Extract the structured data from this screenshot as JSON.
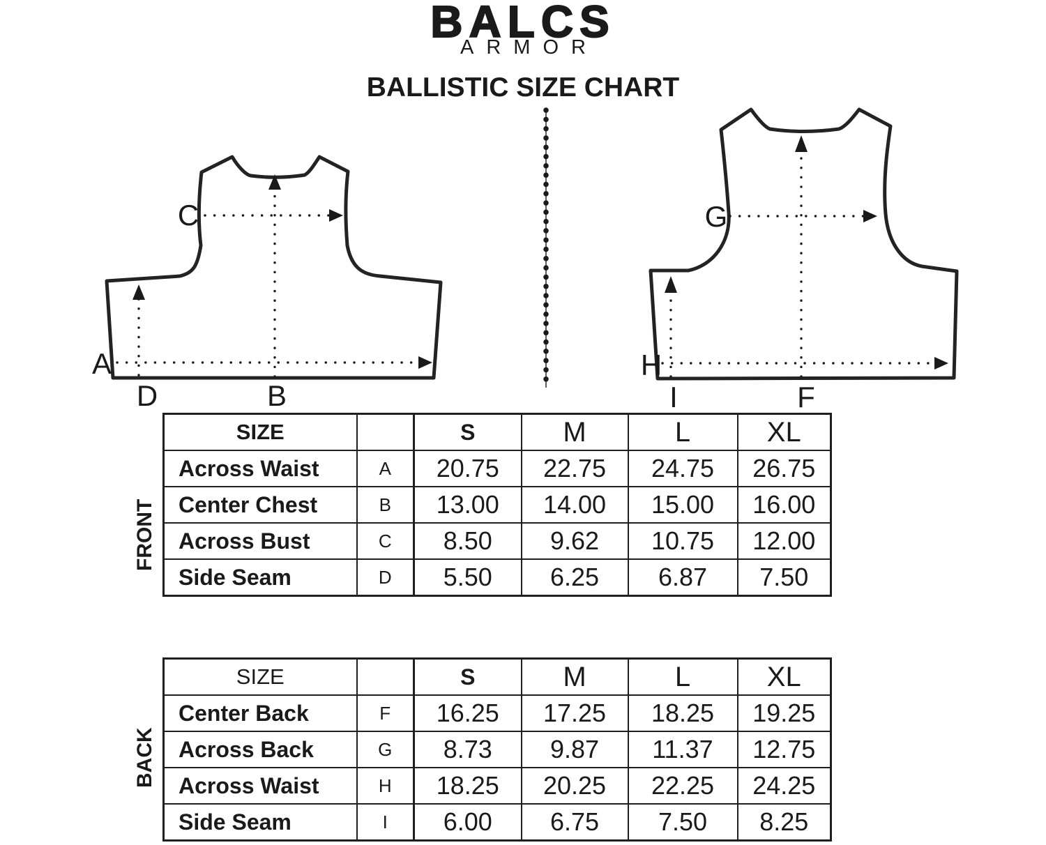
{
  "brand": {
    "name": "BALCS",
    "sub": "ARMOR"
  },
  "title": "BALLISTIC SIZE CHART",
  "sizes": [
    "S",
    "M",
    "L",
    "XL"
  ],
  "sections": {
    "front": "FRONT",
    "back": "BACK"
  },
  "diagrams": {
    "front": {
      "labels": {
        "a": "A",
        "b": "B",
        "c": "C",
        "d": "D"
      }
    },
    "back": {
      "labels": {
        "f": "F",
        "g": "G",
        "h": "H",
        "i": "I"
      }
    }
  },
  "front_table": {
    "size_header": "SIZE",
    "rows": [
      {
        "label": "Across Waist",
        "letter": "A",
        "values": [
          "20.75",
          "22.75",
          "24.75",
          "26.75"
        ]
      },
      {
        "label": "Center Chest",
        "letter": "B",
        "values": [
          "13.00",
          "14.00",
          "15.00",
          "16.00"
        ]
      },
      {
        "label": "Across Bust",
        "letter": "C",
        "values": [
          "8.50",
          "9.62",
          "10.75",
          "12.00"
        ]
      },
      {
        "label": "Side Seam",
        "letter": "D",
        "values": [
          "5.50",
          "6.25",
          "6.87",
          "7.50"
        ]
      }
    ]
  },
  "back_table": {
    "size_header": "SIZE",
    "rows": [
      {
        "label": "Center Back",
        "letter": "F",
        "values": [
          "16.25",
          "17.25",
          "18.25",
          "19.25"
        ]
      },
      {
        "label": "Across Back",
        "letter": "G",
        "values": [
          "8.73",
          "9.87",
          "11.37",
          "12.75"
        ]
      },
      {
        "label": "Across Waist",
        "letter": "H",
        "values": [
          "18.25",
          "20.25",
          "22.25",
          "24.25"
        ]
      },
      {
        "label": "Side Seam",
        "letter": "I",
        "values": [
          "6.00",
          "6.75",
          "7.50",
          "8.25"
        ]
      }
    ]
  },
  "chart_data": [
    {
      "type": "table",
      "title": "FRONT",
      "columns": [
        "SIZE",
        "",
        "S",
        "M",
        "L",
        "XL"
      ],
      "rows": [
        [
          "Across Waist",
          "A",
          20.75,
          22.75,
          24.75,
          26.75
        ],
        [
          "Center Chest",
          "B",
          13.0,
          14.0,
          15.0,
          16.0
        ],
        [
          "Across Bust",
          "C",
          8.5,
          9.62,
          10.75,
          12.0
        ],
        [
          "Side Seam",
          "D",
          5.5,
          6.25,
          6.87,
          7.5
        ]
      ]
    },
    {
      "type": "table",
      "title": "BACK",
      "columns": [
        "SIZE",
        "",
        "S",
        "M",
        "L",
        "XL"
      ],
      "rows": [
        [
          "Center Back",
          "F",
          16.25,
          17.25,
          18.25,
          19.25
        ],
        [
          "Across Back",
          "G",
          8.73,
          9.87,
          11.37,
          12.75
        ],
        [
          "Across Waist",
          "H",
          18.25,
          20.25,
          22.25,
          24.25
        ],
        [
          "Side Seam",
          "I",
          6.0,
          6.75,
          7.5,
          8.25
        ]
      ]
    }
  ]
}
